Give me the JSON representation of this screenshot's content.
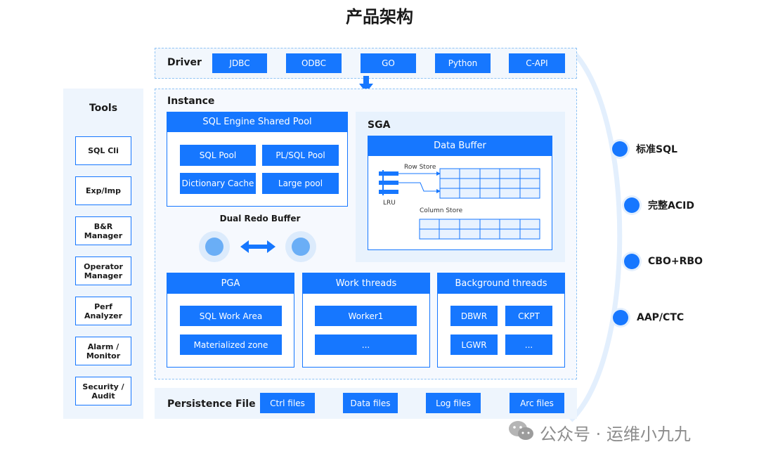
{
  "title": "产品架构",
  "driver": {
    "label": "Driver",
    "items": [
      "JDBC",
      "ODBC",
      "GO",
      "Python",
      "C-API"
    ]
  },
  "tools": {
    "label": "Tools",
    "items": [
      "SQL Cli",
      "Exp/Imp",
      "B&R\nManager",
      "Operator\nManager",
      "Perf\nAnalyzer",
      "Alarm /\nMonitor",
      "Security /\nAudit"
    ]
  },
  "instance": {
    "label": "Instance",
    "sql_engine": {
      "header": "SQL Engine Shared Pool",
      "items": [
        "SQL Pool",
        "PL/SQL Pool",
        "Dictionary Cache",
        "Large pool"
      ]
    },
    "dual_redo": "Dual Redo Buffer",
    "sga": {
      "label": "SGA",
      "data_buffer": "Data Buffer",
      "row_store": "Row Store",
      "column_store": "Column Store",
      "lru": "LRU"
    },
    "pga": {
      "header": "PGA",
      "items": [
        "SQL Work Area",
        "Materialized zone"
      ]
    },
    "work_threads": {
      "header": "Work threads",
      "items": [
        "Worker1",
        "..."
      ]
    },
    "background_threads": {
      "header": "Background threads",
      "items": [
        "DBWR",
        "CKPT",
        "LGWR",
        "..."
      ]
    }
  },
  "persistence": {
    "label": "Persistence File",
    "items": [
      "Ctrl files",
      "Data files",
      "Log files",
      "Arc files"
    ]
  },
  "features": [
    "标准SQL",
    "完整ACID",
    "CBO+RBO",
    "AAP/CTC"
  ],
  "watermark": "公众号 · 运维小九九",
  "colors": {
    "accent": "#1677ff",
    "panel": "#eef5fd",
    "dashed_border": "#8fc3f5"
  }
}
